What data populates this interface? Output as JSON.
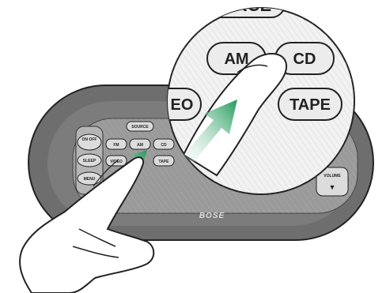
{
  "remote": {
    "brand": "BOSE",
    "buttons": {
      "source": "SOURCE",
      "on_off": "ON OFF",
      "sleep": "SLEEP",
      "menu": "MENU",
      "fm": "FM",
      "am": "AM",
      "cd": "CD",
      "video": "VIDEO",
      "tape": "TAPE",
      "volume": "VOLUME"
    }
  },
  "magnified": {
    "top_partial": "RCE",
    "am": "AM",
    "cd": "CD",
    "video_partial": "EO",
    "tape": "TAPE"
  },
  "colors": {
    "remote_body": "#6e6e6e",
    "panel": "#9a9a9a",
    "button_fill": "#dcdcdc",
    "arrow": "#1f9a5a",
    "outline": "#222222"
  },
  "icons": [
    "finger-hand-icon",
    "swipe-arrow-icon"
  ]
}
